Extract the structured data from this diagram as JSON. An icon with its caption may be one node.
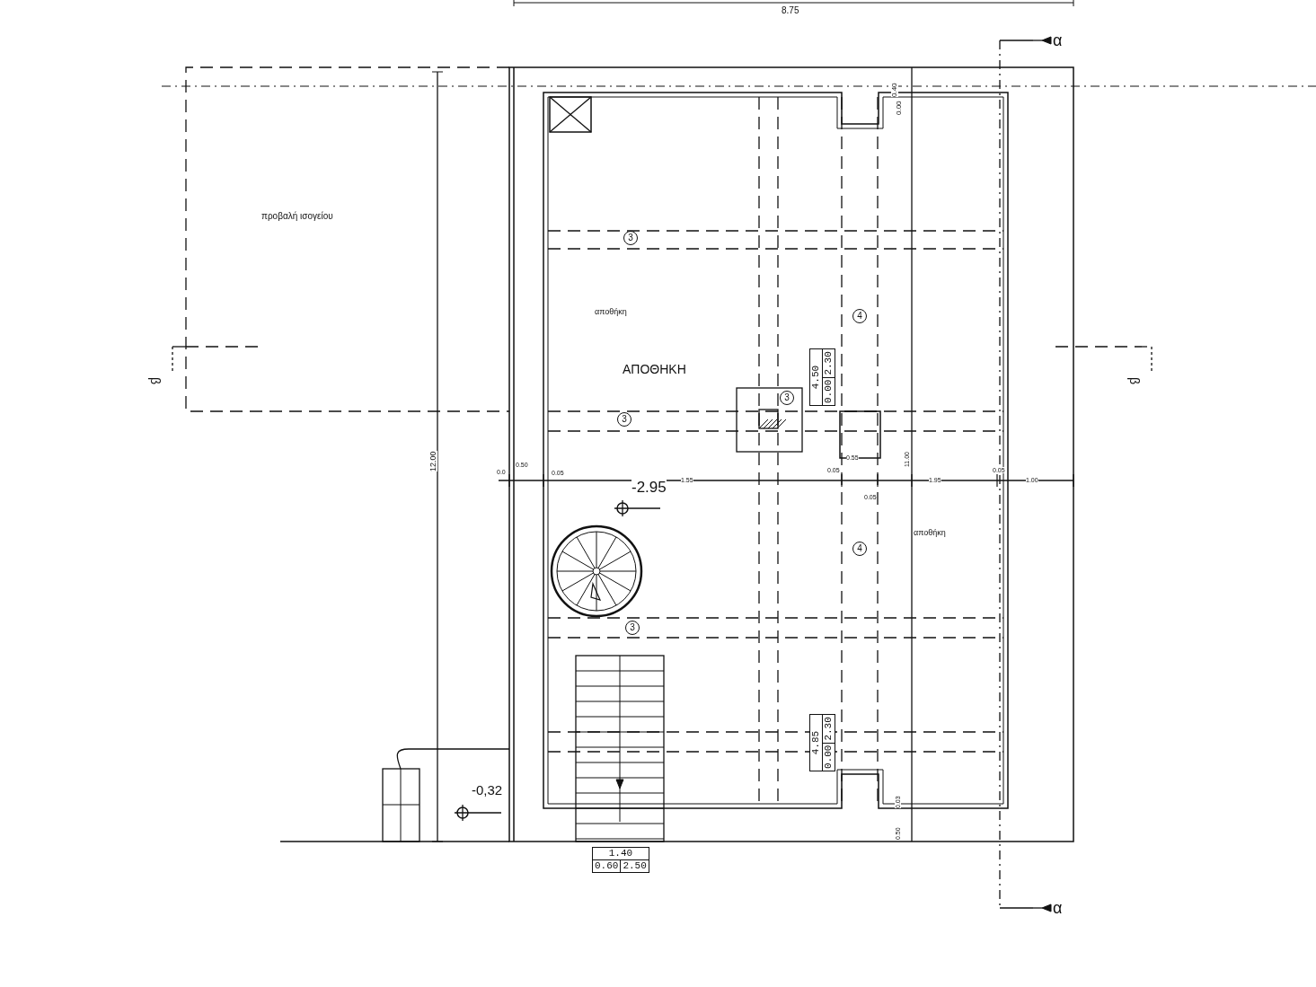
{
  "diagram": {
    "nodes": [
      {
        "text": [
          "3"
        ]
      },
      {
        "text": [
          "4"
        ]
      },
      {
        "text": [
          "4.50",
          "0.00",
          "2.30"
        ]
      },
      {
        "text": [
          "3"
        ]
      },
      {
        "text": [
          "3"
        ]
      },
      {
        "text": [
          "4"
        ]
      },
      {
        "text": [
          "3"
        ]
      },
      {
        "text": [
          "4.85",
          "0.00",
          "2.30"
        ]
      },
      {
        "text": [
          "1.40",
          "0.60",
          "2.50"
        ]
      }
    ],
    "edges": [],
    "labels": [
      "8.75",
      "α",
      "0.40",
      "0.00",
      "προβαλή ισογείου",
      "αποθήκη",
      "β",
      "β",
      "ΑΠΟΘΗΚΗ",
      "12.00",
      "0.0",
      "0.50",
      "0.05",
      "0.55",
      "11.00",
      "-2.95",
      "1.55",
      "0.05",
      "1.95",
      "0.05",
      "1.00",
      "0.05",
      "αποθήκη",
      "-0,32",
      "0.03",
      "0.50",
      "α"
    ]
  }
}
